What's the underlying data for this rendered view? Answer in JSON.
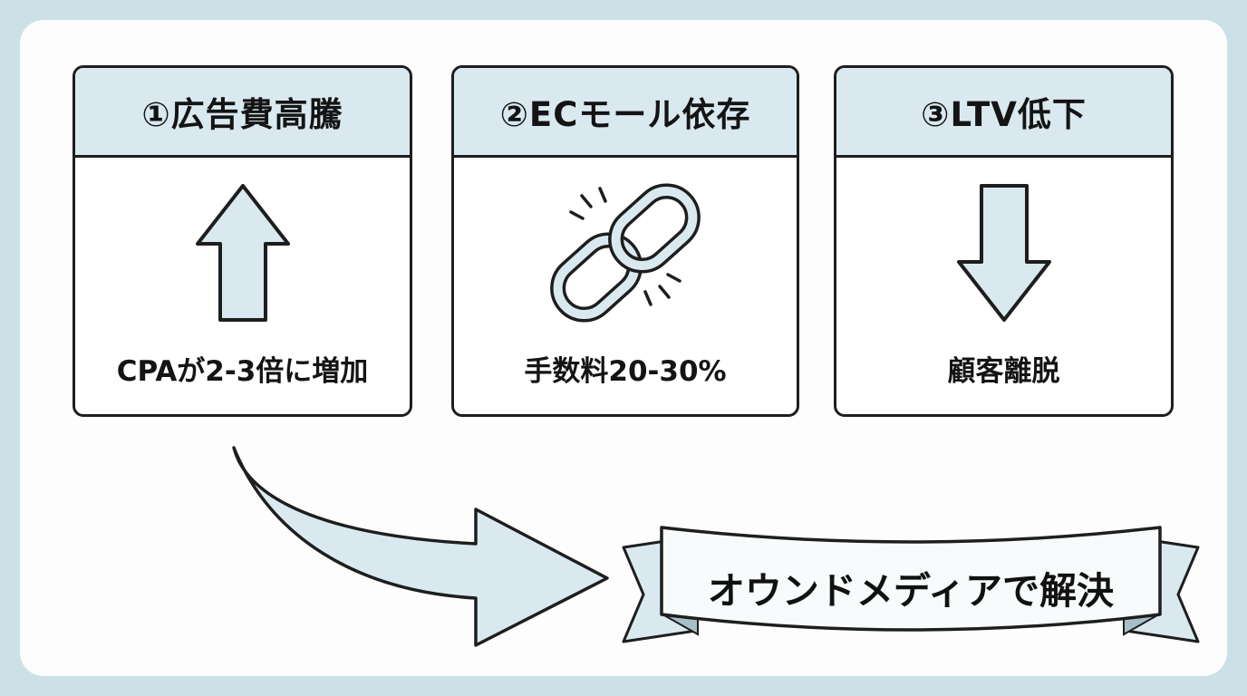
{
  "canvas": {
    "background": "#cbe1e7",
    "panel_background": "#fdfdfd",
    "accent": "#d9e9ef",
    "stroke": "#1e1e1e"
  },
  "cards": [
    {
      "title": "①広告費高騰",
      "icon": "arrow-up-icon",
      "caption": "CPAが2-3倍に増加"
    },
    {
      "title": "②ECモール依存",
      "icon": "chain-link-icon",
      "caption": "手数料20-30%"
    },
    {
      "title": "③LTV低下",
      "icon": "arrow-down-icon",
      "caption": "顧客離脱"
    }
  ],
  "banner": {
    "label": "オウンドメディアで解決"
  }
}
